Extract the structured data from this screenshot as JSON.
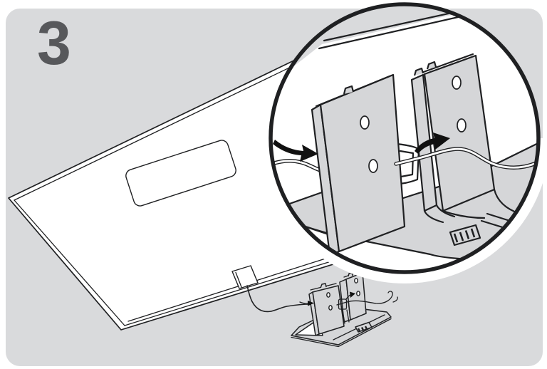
{
  "step": {
    "number": "3"
  },
  "colors": {
    "page_bg": "#ffffff",
    "panel_bg": "#d9dadc",
    "line": "#1f2022",
    "part_fill": "#d5d6d8",
    "tv_fill": "#ffffff",
    "step_number": "#57585b",
    "arrow_fill": "#111111"
  },
  "icons": {
    "callout": "magnifier-circle",
    "detail_left_arrow": "curved-arrow-right",
    "detail_right_arrow": "curved-arrow-up-right",
    "stand_left_arrow": "small-arrow-right",
    "stand_right_arrow": "small-arrow-up-right"
  }
}
